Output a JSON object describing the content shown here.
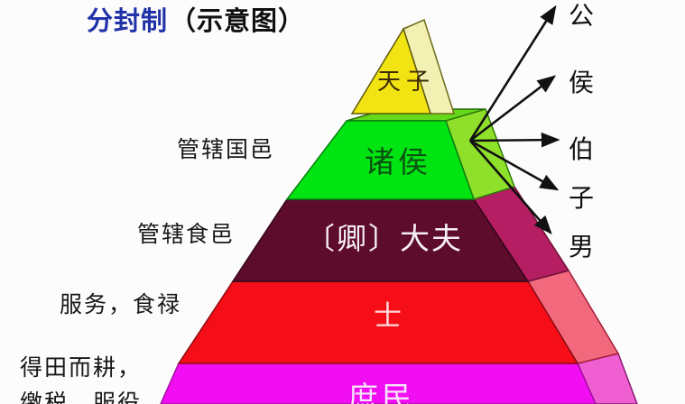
{
  "title": {
    "main": "分封制",
    "sub": "（示意图）"
  },
  "colors": {
    "title_accent": "#2233aa",
    "title_plain": "#111111",
    "tier_tianzi_face": "#f2e312",
    "tier_tianzi_side": "#f3f0b4",
    "tier_zhuhou_face": "#00e512",
    "tier_zhuhou_top": "#66d81b",
    "tier_zhuhou_side": "#8ee02a",
    "tier_dafu_face": "#5d0c2b",
    "tier_dafu_top": "#3c0f6e",
    "tier_dafu_side": "#b61e63",
    "tier_shi_face": "#f50d18",
    "tier_shi_top": "#9c1313",
    "tier_shi_side": "#f2697d",
    "tier_shumin_face": "#f20ef2",
    "tier_shumin_top": "#6e1670",
    "tier_shumin_side": "#ef5fd2",
    "arrow": "#111111"
  },
  "pyramid": {
    "tiers": [
      {
        "id": "tianzi",
        "label": "天子",
        "rank": 1
      },
      {
        "id": "zhuhou",
        "label": "诸侯",
        "rank": 2
      },
      {
        "id": "dafu",
        "label": "〔卿〕大夫",
        "rank": 3
      },
      {
        "id": "shi",
        "label": "士",
        "rank": 4
      },
      {
        "id": "shumin",
        "label": "庶民",
        "rank": 5
      }
    ]
  },
  "left_notes": [
    {
      "id": "guoyi",
      "text": "管辖国邑"
    },
    {
      "id": "shiyi",
      "text": "管辖食邑"
    },
    {
      "id": "fuwu",
      "text": "服务，食禄"
    },
    {
      "id": "detian",
      "text": "得田而耕，"
    },
    {
      "id": "jiaoshui",
      "text": "缴税，服役"
    }
  ],
  "noble_ranks": [
    {
      "text": "公"
    },
    {
      "text": "侯"
    },
    {
      "text": "伯"
    },
    {
      "text": "子"
    },
    {
      "text": "男"
    }
  ]
}
